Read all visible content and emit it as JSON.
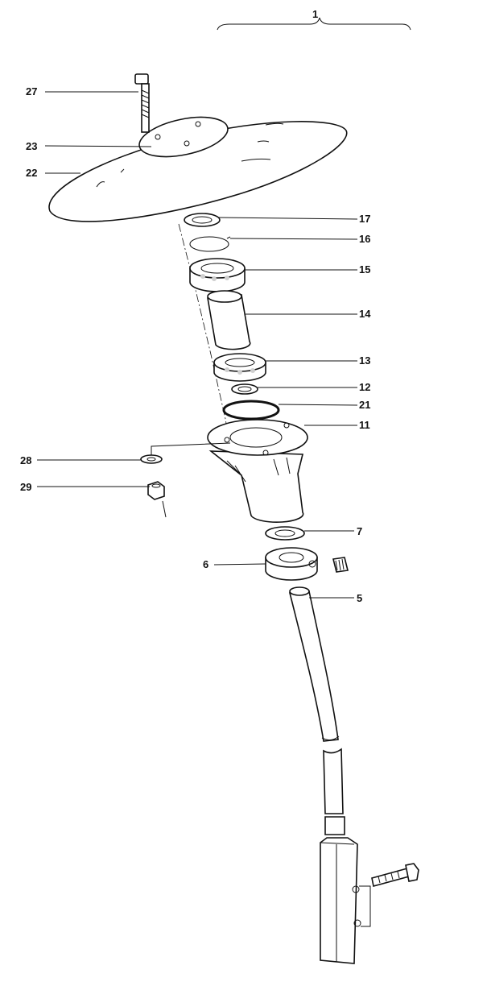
{
  "assembly": {
    "number": "1"
  },
  "parts": [
    {
      "id": "p27",
      "number": "27",
      "name": "bolt"
    },
    {
      "id": "p23",
      "number": "23",
      "name": "disc-plate"
    },
    {
      "id": "p22",
      "number": "22",
      "name": "spreader-disc"
    },
    {
      "id": "p17",
      "number": "17",
      "name": "seal-ring"
    },
    {
      "id": "p16",
      "number": "16",
      "name": "circlip"
    },
    {
      "id": "p15",
      "number": "15",
      "name": "upper-bearing"
    },
    {
      "id": "p14",
      "number": "14",
      "name": "spacer-sleeve"
    },
    {
      "id": "p13",
      "number": "13",
      "name": "lower-bearing"
    },
    {
      "id": "p12",
      "number": "12",
      "name": "small-ring"
    },
    {
      "id": "p21",
      "number": "21",
      "name": "o-ring"
    },
    {
      "id": "p11",
      "number": "11",
      "name": "bearing-housing"
    },
    {
      "id": "p28",
      "number": "28",
      "name": "washer"
    },
    {
      "id": "p29",
      "number": "29",
      "name": "nut"
    },
    {
      "id": "p7",
      "number": "7",
      "name": "seal"
    },
    {
      "id": "p6",
      "number": "6",
      "name": "collar-with-set-screw"
    },
    {
      "id": "p5",
      "number": "5",
      "name": "shaft-tube"
    }
  ]
}
